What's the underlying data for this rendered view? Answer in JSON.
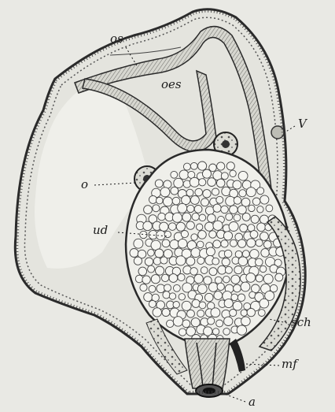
{
  "figure": {
    "labels": {
      "os": "os",
      "oes": "oes",
      "V": "V",
      "o": "o",
      "ud": "ud",
      "sch": "sch",
      "mf": "mf",
      "a": "a"
    }
  },
  "colors": {
    "paper": "#e9e9e4",
    "ink": "#1b1b1b",
    "cell_fill": "#f1f1ed",
    "wall_fill": "#cfcfc8"
  }
}
